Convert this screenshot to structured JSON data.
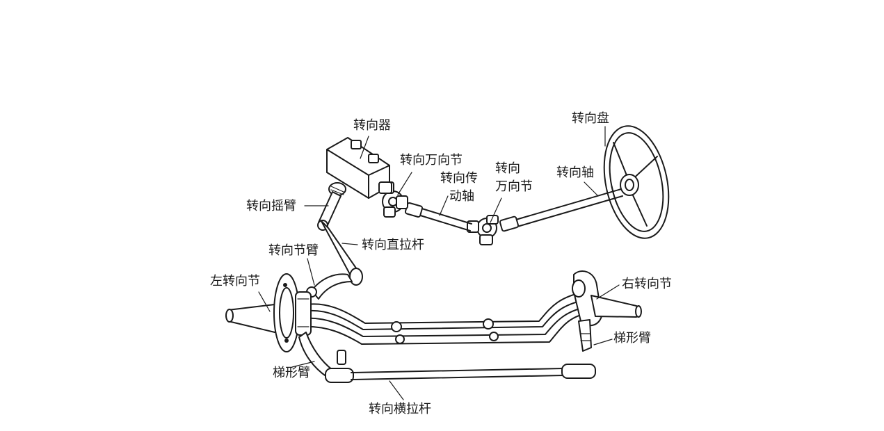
{
  "labels": {
    "steering_gear": "转向器",
    "steering_ujoint_upper": "转向万向节",
    "steering_shaft_drive_line1": "转向传",
    "steering_shaft_drive_line2": "动轴",
    "steering_ujoint_lower_line1": "转向",
    "steering_ujoint_lower_line2": "万向节",
    "steering_wheel": "转向盘",
    "steering_shaft": "转向轴",
    "pitman_arm": "转向摇臂",
    "drag_link": "转向直拉杆",
    "knuckle_arm": "转向节臂",
    "left_knuckle": "左转向节",
    "right_knuckle": "右转向节",
    "trapezoid_arm_right": "梯形臂",
    "trapezoid_arm_left": "梯形臂",
    "tie_rod": "转向横拉杆"
  },
  "colors": {
    "line": "#1a1a1a",
    "background": "#ffffff"
  }
}
